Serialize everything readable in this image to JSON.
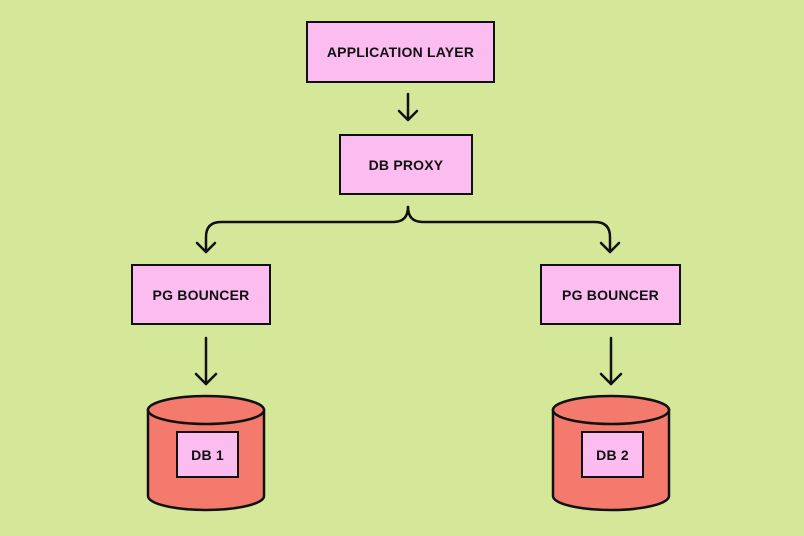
{
  "colors": {
    "background": "#d5e89a",
    "box_fill": "#fbbcf0",
    "cylinder_fill": "#f47a6e",
    "stroke": "#111111"
  },
  "nodes": {
    "application_layer": {
      "label": "APPLICATION LAYER"
    },
    "db_proxy": {
      "label": "DB PROXY"
    },
    "pg_bouncer_1": {
      "label": "PG BOUNCER"
    },
    "pg_bouncer_2": {
      "label": "PG BOUNCER"
    },
    "db_1": {
      "label": "DB 1"
    },
    "db_2": {
      "label": "DB 2"
    }
  },
  "edges": [
    {
      "from": "APPLICATION LAYER",
      "to": "DB PROXY"
    },
    {
      "from": "DB PROXY",
      "to": "PG BOUNCER (left)"
    },
    {
      "from": "DB PROXY",
      "to": "PG BOUNCER (right)"
    },
    {
      "from": "PG BOUNCER (left)",
      "to": "DB 1"
    },
    {
      "from": "PG BOUNCER (right)",
      "to": "DB 2"
    }
  ]
}
